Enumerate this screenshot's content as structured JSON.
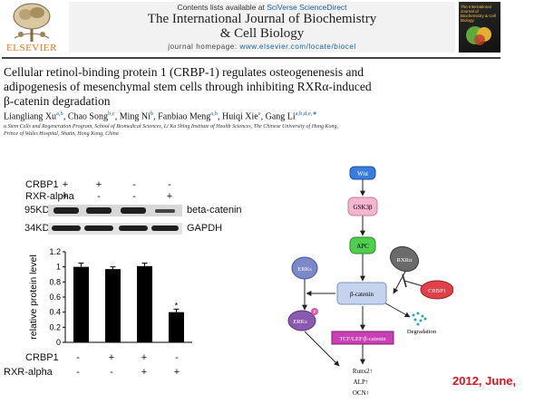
{
  "header": {
    "contents_prefix": "Contents lists available at",
    "contents_link": "SciVerse ScienceDirect",
    "journal_title_line1": "The International Journal of Biochemistry",
    "journal_title_line2": "& Cell Biology",
    "homepage_prefix": "journal homepage:",
    "homepage_url": "www.elsevier.com/locate/biocel",
    "publisher": "ELSEVIER",
    "cover_title": "The International Journal of Biochemistry & Cell Biology"
  },
  "article": {
    "title_line1": "Cellular retinol-binding protein 1 (CRBP-1) regulates osteogenenesis and",
    "title_line2": "adipogenesis of mesenchymal stem cells through inhibiting RXRα-induced",
    "title_line3": "β-catenin degradation",
    "authors": [
      {
        "name": "Liangliang Xu",
        "aff": "a,b"
      },
      {
        "name": "Chao Song",
        "aff": "b,c"
      },
      {
        "name": "Ming Ni",
        "aff": "b"
      },
      {
        "name": "Fanbiao Meng",
        "aff": "a,b"
      },
      {
        "name": "Huiqi Xie",
        "aff": "e"
      },
      {
        "name": "Gang Li",
        "aff": "a,b,d,e,∗"
      }
    ],
    "affiliation_line1": "a Stem Cells and Regeneration Program, School of Biomedical Sciences, Li Ka Shing Institute of Health Sciences, The Chinese University of Hong Kong,",
    "affiliation_line2": "Prince of Wales Hospital, Shatin, Hong Kong, China"
  },
  "blot": {
    "rows": [
      {
        "label": "CRBP1",
        "signs": [
          "+",
          "+",
          "-",
          "-"
        ]
      },
      {
        "label": "RXR-alpha",
        "signs": [
          "+",
          "-",
          "-",
          "+"
        ]
      }
    ],
    "markers": [
      "95KD",
      "34KD"
    ],
    "bands": [
      "beta-catenin",
      "GAPDH"
    ]
  },
  "chart_data": {
    "type": "bar",
    "categories": [
      "CRBP1 - / RXR-alpha -",
      "CRBP1 + / RXR-alpha -",
      "CRBP1 + / RXR-alpha +",
      "CRBP1 - / RXR-alpha +"
    ],
    "values": [
      1.0,
      0.97,
      1.01,
      0.4
    ],
    "errors": [
      0.05,
      0.03,
      0.04,
      0.04
    ],
    "significance": [
      "",
      "",
      "",
      "*"
    ],
    "ylabel": "relative protein level",
    "ylim": [
      0,
      1.2
    ],
    "yticks": [
      "0",
      "0.2",
      "0.4",
      "0.6",
      "0.8",
      "1",
      "1.2"
    ],
    "bar_color": "#000000",
    "x_rows": [
      {
        "label": "CRBP1",
        "signs": [
          "-",
          "+",
          "+",
          "-"
        ]
      },
      {
        "label": "RXR-alpha",
        "signs": [
          "-",
          "-",
          "+",
          "+"
        ]
      }
    ]
  },
  "pathway": {
    "wnt": "Wnt",
    "gsk": "GSK3β",
    "apc": "APC",
    "erks": "ERKs",
    "erks_p": "ERKs",
    "p": "P",
    "bcat": "β-catenin",
    "rxr": "RXRα",
    "crbp1": "CRBP1",
    "degradation": "Degradation",
    "tcf": "TCF/LEF/β-catenin",
    "runx": "Runx2↑",
    "alp": "ALP↑",
    "ocn": "OCN↑"
  },
  "footer": {
    "date": "2012, June,"
  }
}
